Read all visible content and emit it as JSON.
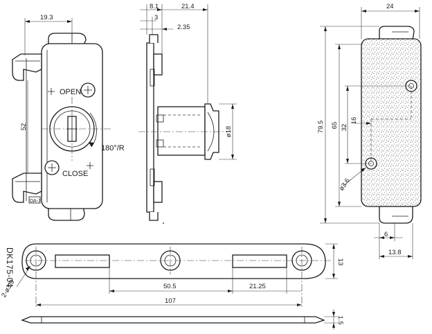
{
  "dimensions": {
    "front_width": "19.3",
    "side_overall": "21.4",
    "side_flange": "8.1",
    "side_step": "3",
    "side_offset": "2.35",
    "right_width": "24",
    "front_height": "52",
    "cylinder_diameter": "ø18",
    "right_height_outer": "79.5",
    "right_height_mid": "65",
    "right_height_inner": "32",
    "right_offset": "16",
    "hole_diameter": "ø3.6",
    "right_foot": "6",
    "right_foot_width": "13.8",
    "bottom_height": "13",
    "bottom_hole_spacing": "50.5",
    "bottom_slot": "21.25",
    "bottom_length": "107",
    "bottom_hole_dia": "2-ø3.9",
    "bottom_thickness": "1.5"
  },
  "labels": {
    "open": "OPEN",
    "close": "CLOSE",
    "rotation": "180°/R",
    "model_code": "DK175-04",
    "mark": "DA-7"
  },
  "colors": {
    "line": "#1a1a1a",
    "fill": "#ffffff",
    "pad_texture": "#555555"
  }
}
